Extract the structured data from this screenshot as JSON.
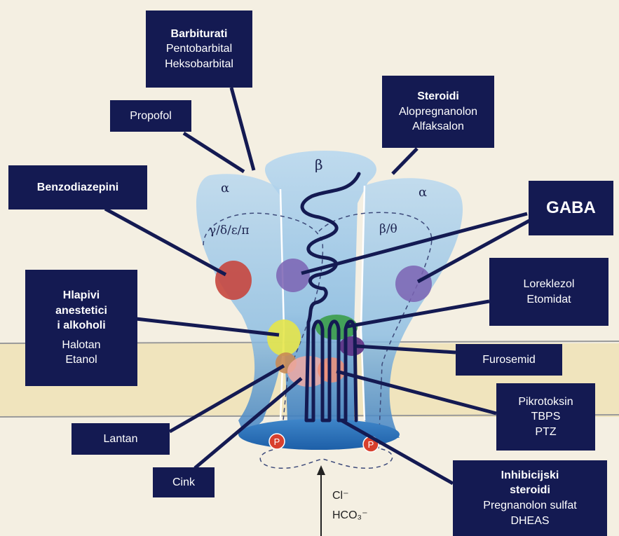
{
  "subunit_letters": {
    "alpha_left": "α",
    "beta": "β",
    "alpha_right": "α",
    "gamma_delta": "γ/δ/ε/π",
    "beta_theta": "β/θ"
  },
  "labels": {
    "barbiturati": {
      "title": "Barbiturati",
      "lines": [
        "Pentobarbital",
        "Heksobarbital"
      ]
    },
    "propofol": {
      "title": "Propofol"
    },
    "steroidi": {
      "title": "Steroidi",
      "lines": [
        "Alopregnanolon",
        "Alfaksalon"
      ]
    },
    "benzodiazepini": {
      "title": "Benzodiazepini"
    },
    "gaba": {
      "title": "GABA"
    },
    "hlapivi": {
      "title_lines": [
        "Hlapivi",
        "anestetici",
        "i alkoholi"
      ],
      "lines": [
        "Halotan",
        "Etanol"
      ]
    },
    "loreklezol": {
      "lines": [
        "Loreklezol",
        "Etomidat"
      ]
    },
    "furosemid": {
      "title": "Furosemid"
    },
    "pikrotoksin": {
      "lines": [
        "Pikrotoksin",
        "TBPS",
        "PTZ"
      ]
    },
    "lantan": {
      "title": "Lantan"
    },
    "cink": {
      "title": "Cink"
    },
    "inhibicijski": {
      "title_lines": [
        "Inhibicijski",
        "steroidi"
      ],
      "lines": [
        "Pregnanolon sulfat",
        "DHEAS"
      ]
    }
  },
  "phospho": "P",
  "ions": {
    "chloride": "Cl⁻",
    "bicarbonate": "HCO₃⁻"
  },
  "colors": {
    "label_bg": "#141a52",
    "membrane": "#efe0b0",
    "receptor": "#9fc6e6",
    "chain": "#141a52",
    "benzo_site": "#c6463e",
    "gaba_site": "#7b63b3",
    "anesthetic_site": "#e5e64a",
    "loreklezol_site": "#3b9d4a",
    "furosemid_site": "#5c2d83",
    "zinc_site": "#f0a9a3",
    "lanthanum_site": "#c88a55",
    "phospho": "#d8402e"
  }
}
